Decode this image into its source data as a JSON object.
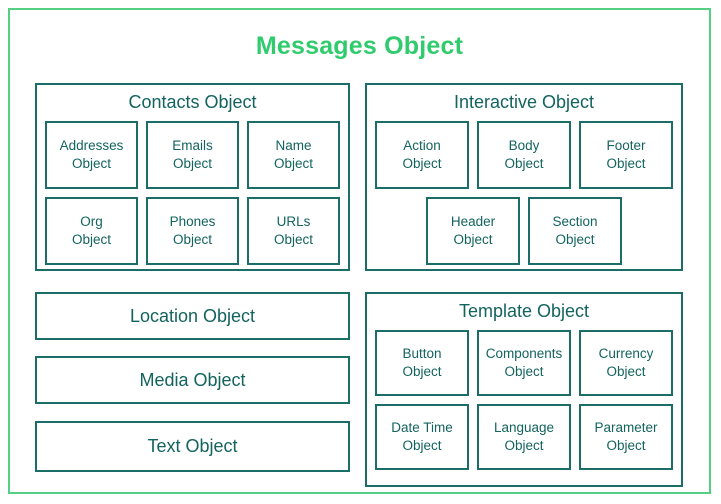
{
  "title": "Messages Object",
  "colors": {
    "outer_border": "#55d083",
    "title_green": "#2fcb6c",
    "node_border": "#1b6d68",
    "node_text": "#13635e",
    "background": "#ffffff"
  },
  "panels": [
    {
      "id": "contacts",
      "title": "Contacts Object",
      "rows": [
        [
          {
            "line1": "Addresses",
            "line2": "Object"
          },
          {
            "line1": "Emails",
            "line2": "Object"
          },
          {
            "line1": "Name",
            "line2": "Object"
          }
        ],
        [
          {
            "line1": "Org",
            "line2": "Object"
          },
          {
            "line1": "Phones",
            "line2": "Object"
          },
          {
            "line1": "URLs",
            "line2": "Object"
          }
        ]
      ]
    },
    {
      "id": "interactive",
      "title": "Interactive Object",
      "rows": [
        [
          {
            "line1": "Action",
            "line2": "Object"
          },
          {
            "line1": "Body",
            "line2": "Object"
          },
          {
            "line1": "Footer",
            "line2": "Object"
          }
        ],
        [
          {
            "line1": "Header",
            "line2": "Object"
          },
          {
            "line1": "Section",
            "line2": "Object"
          }
        ]
      ]
    },
    {
      "id": "template",
      "title": "Template Object",
      "rows": [
        [
          {
            "line1": "Button",
            "line2": "Object"
          },
          {
            "line1": "Components",
            "line2": "Object"
          },
          {
            "line1": "Currency",
            "line2": "Object"
          }
        ],
        [
          {
            "line1": "Date Time",
            "line2": "Object"
          },
          {
            "line1": "Language",
            "line2": "Object"
          },
          {
            "line1": "Parameter",
            "line2": "Object"
          }
        ]
      ]
    }
  ],
  "standalone_boxes": [
    {
      "id": "location",
      "label": "Location Object"
    },
    {
      "id": "media",
      "label": "Media Object"
    },
    {
      "id": "text",
      "label": "Text Object"
    }
  ]
}
